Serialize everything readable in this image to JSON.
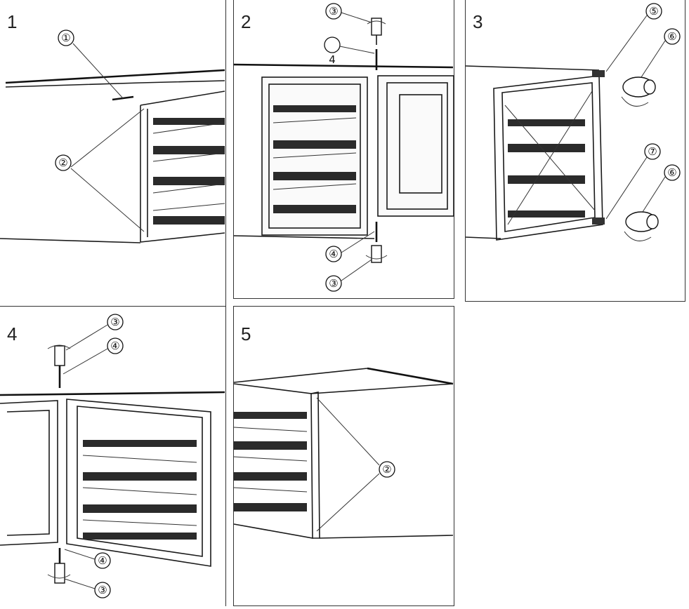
{
  "steps": [
    {
      "number": "1",
      "callouts": [
        "①",
        "②"
      ]
    },
    {
      "number": "2",
      "callouts": [
        "③",
        "4",
        "④",
        "③"
      ]
    },
    {
      "number": "3",
      "callouts": [
        "⑤",
        "⑥",
        "⑦",
        "⑥"
      ]
    },
    {
      "number": "4",
      "callouts": [
        "③",
        "④",
        "④",
        "③"
      ]
    },
    {
      "number": "5",
      "callouts": [
        "②"
      ]
    }
  ],
  "colors": {
    "line": "#1a1a1a",
    "background": "#ffffff"
  },
  "icons": [
    "screwdriver-icon",
    "rotate-arrow-icon",
    "hinge-pin-icon"
  ]
}
